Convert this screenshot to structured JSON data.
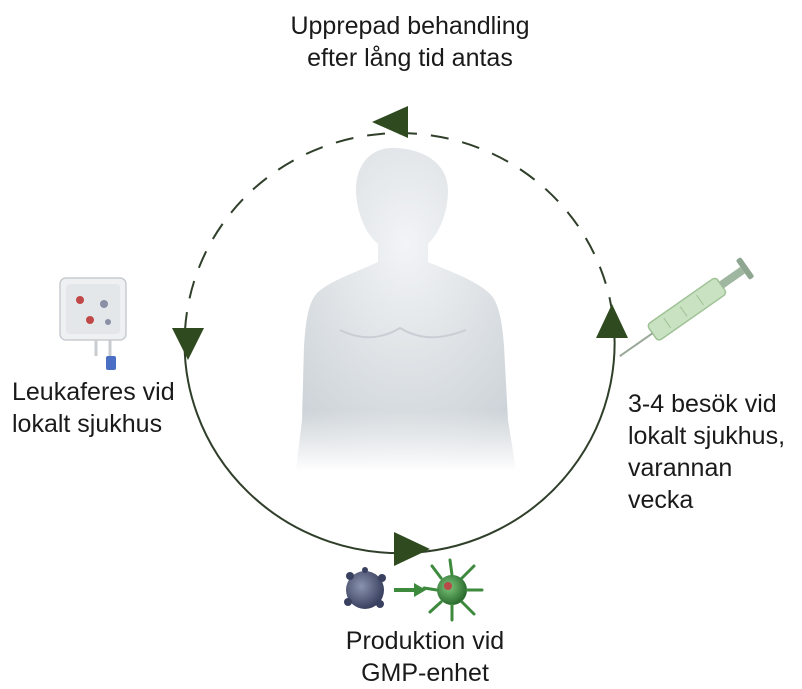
{
  "labels": {
    "top": [
      "Upprepad behandling",
      "efter lång tid antas"
    ],
    "left": [
      "Leukaferes vid",
      "lokalt sjukhus"
    ],
    "right": [
      "3-4 besök vid",
      "lokalt sjukhus,",
      "varannan",
      "vecka"
    ],
    "bottom": [
      "Produktion vid",
      "GMP-enhet"
    ]
  },
  "colors": {
    "cycle_line": "#2f3f2a",
    "arrow_fill": "#2f4a1f",
    "body": "#dde2e6",
    "cell_gray": "#4c5574",
    "cell_green": "#3d8a3d",
    "syringe": "#b8d8b0"
  },
  "icons": [
    "blood-bag-icon",
    "syringe-icon",
    "cell-gray-icon",
    "cell-green-icon",
    "human-figure-icon"
  ]
}
